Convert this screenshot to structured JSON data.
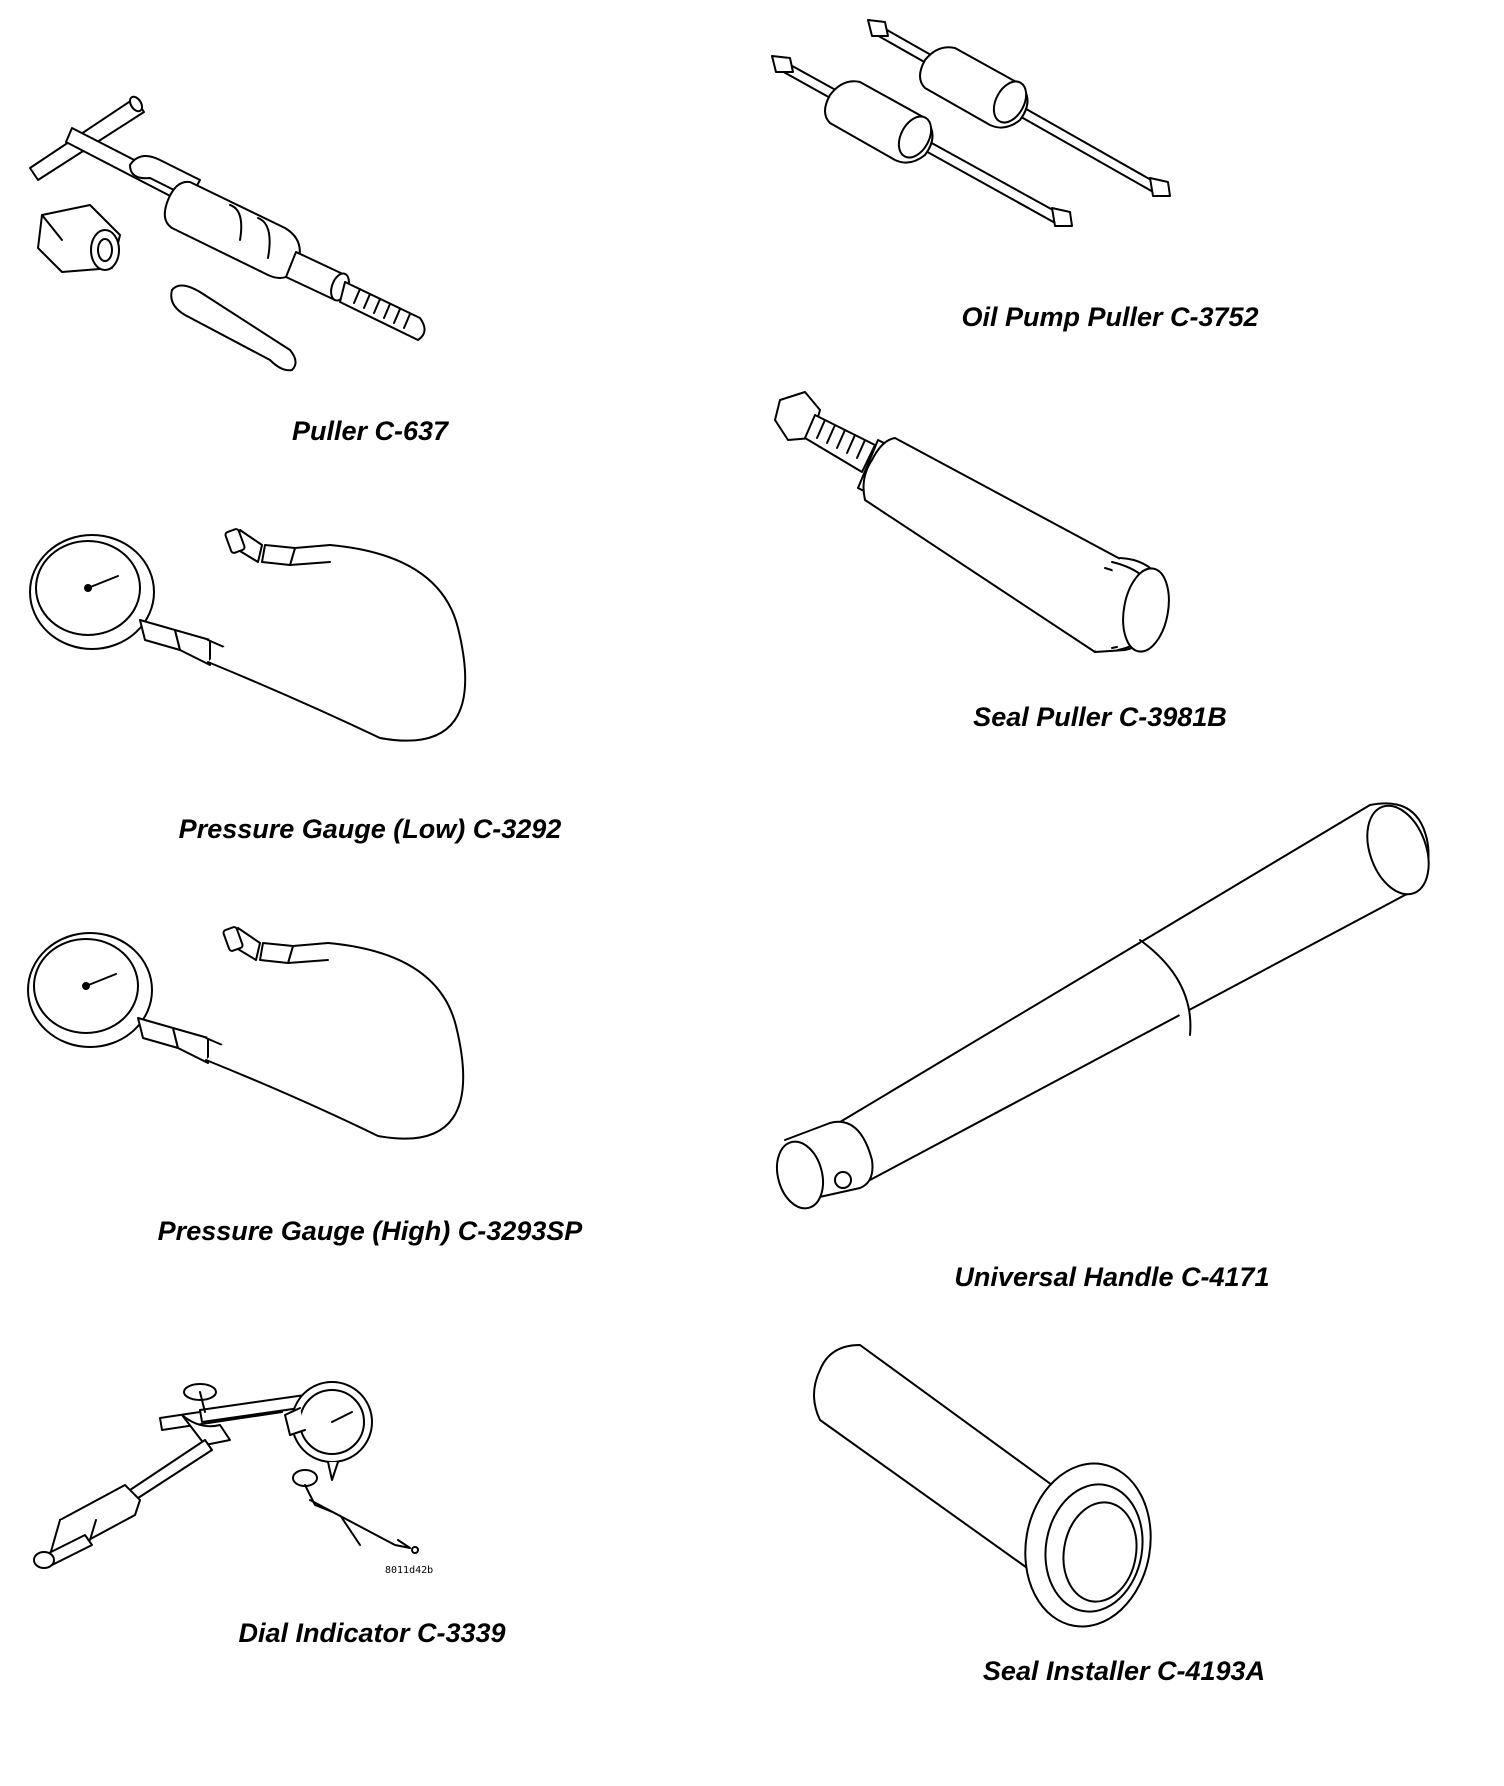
{
  "tools": [
    {
      "id": "puller-c637",
      "caption": "Puller C-637"
    },
    {
      "id": "oil-pump-puller",
      "caption": "Oil Pump Puller C-3752"
    },
    {
      "id": "seal-puller",
      "caption": "Seal Puller C-3981B"
    },
    {
      "id": "pressure-gauge-low",
      "caption": "Pressure Gauge (Low) C-3292"
    },
    {
      "id": "pressure-gauge-high",
      "caption": "Pressure Gauge (High) C-3293SP"
    },
    {
      "id": "universal-handle",
      "caption": "Universal Handle C-4171"
    },
    {
      "id": "dial-indicator",
      "caption": "Dial Indicator C-3339"
    },
    {
      "id": "seal-installer",
      "caption": "Seal Installer C-4193A"
    }
  ],
  "figure_code": "8011d42b"
}
